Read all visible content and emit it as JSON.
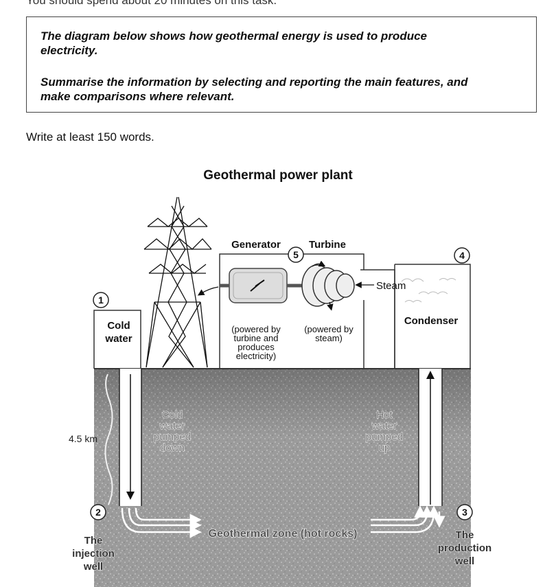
{
  "header_cutoff": "You should spend about 20 minutes on this task.",
  "task": {
    "line1": "The diagram below shows how geothermal energy is used to produce",
    "line2": "electricity.",
    "line3": "Summarise the information by selecting and reporting the main features, and",
    "line4": "make comparisons where relevant."
  },
  "word_count": "Write at least 150 words.",
  "diagram": {
    "title": "Geothermal power plant",
    "step1": "1",
    "step2": "2",
    "step3": "3",
    "step4": "4",
    "step5": "5",
    "cold_water": [
      "Cold",
      "water"
    ],
    "generator": "Generator",
    "turbine": "Turbine",
    "steam": "Steam",
    "condenser": "Condenser",
    "generator_note": [
      "(powered by",
      "turbine and",
      "produces",
      "electricity)"
    ],
    "turbine_note": [
      "(powered by",
      "steam)"
    ],
    "depth": "4.5 km",
    "cold_pumped": [
      "Cold",
      "water",
      "pumped",
      "down"
    ],
    "hot_pumped": [
      "Hot",
      "water",
      "pumped",
      "up"
    ],
    "geo_zone": "Geothermal zone (hot rocks)",
    "injection_well": [
      "The",
      "injection",
      "well"
    ],
    "production_well": [
      "The",
      "production",
      "well"
    ]
  }
}
